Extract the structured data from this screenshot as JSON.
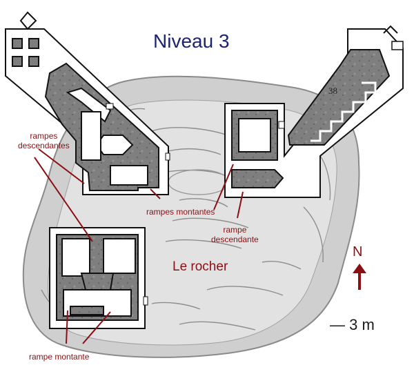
{
  "title": "Niveau 3",
  "labels": {
    "rampes_descendantes": [
      "rampes",
      "descendantes"
    ],
    "rampes_montantes": "rampes montantes",
    "rampe_descendante": [
      "rampe",
      "descendante"
    ],
    "rampe_montante": "rampe montante",
    "le_rocher": "Le rocher"
  },
  "compass": {
    "letter": "N",
    "arrow_icon": "arrow-up-icon"
  },
  "scale": {
    "text": "— 3 m"
  },
  "room_number": "38",
  "colors": {
    "label_red": "#8b0f12",
    "title_blue": "#1e2370",
    "rock_gray": "#c8c8c8",
    "wall_fill": "#7d7d7d",
    "floor_white": "#ffffff"
  }
}
